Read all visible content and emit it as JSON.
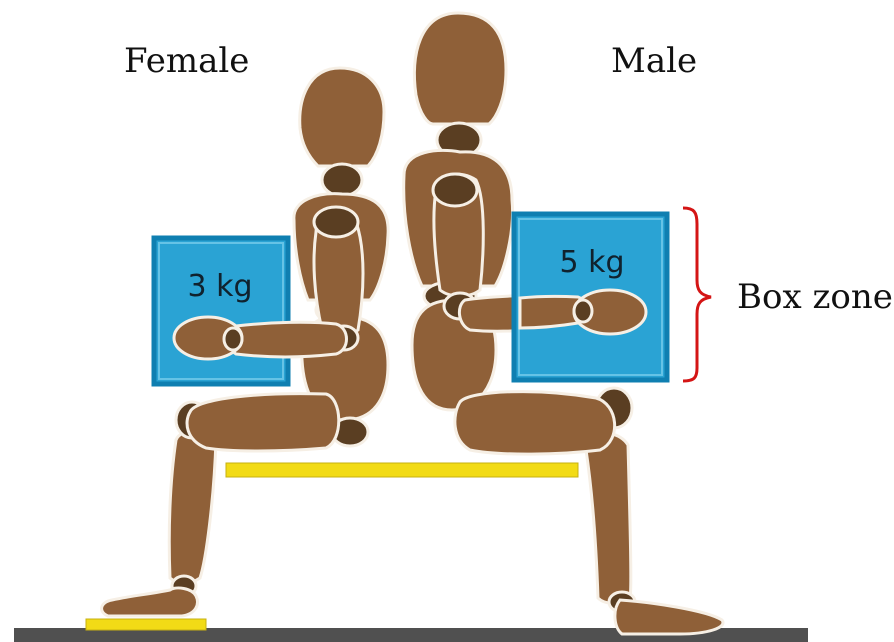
{
  "labels": {
    "female": "Female",
    "male": "Male",
    "box_zone": "Box zone"
  },
  "boxes": {
    "female_weight": "3 kg",
    "male_weight": "5 kg"
  },
  "colors": {
    "wood": "#8f6038",
    "wood_dark": "#5a3e22",
    "outline": "#f6efe5",
    "box": "#2aa3d4",
    "box_border": "#0f7fb1",
    "bench": "#f2db16",
    "floor": "#505050",
    "bracket": "#d41515"
  }
}
